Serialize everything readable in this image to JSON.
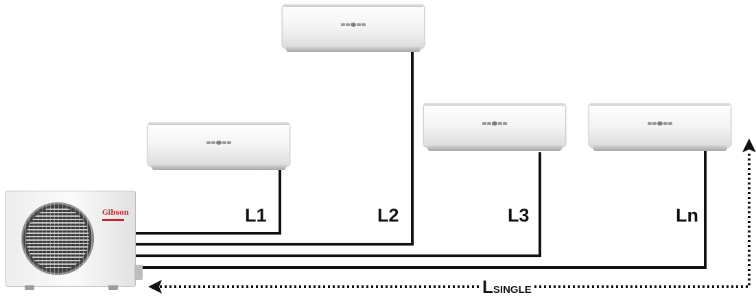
{
  "outdoor_unit": {
    "brand": "Gibson"
  },
  "lines": {
    "l1": "L1",
    "l2": "L2",
    "l3": "L3",
    "ln": "Ln",
    "single_main": "L",
    "single_sub": "SINGLE"
  },
  "colors": {
    "pipe": "#111111",
    "brand": "#c0272d"
  }
}
